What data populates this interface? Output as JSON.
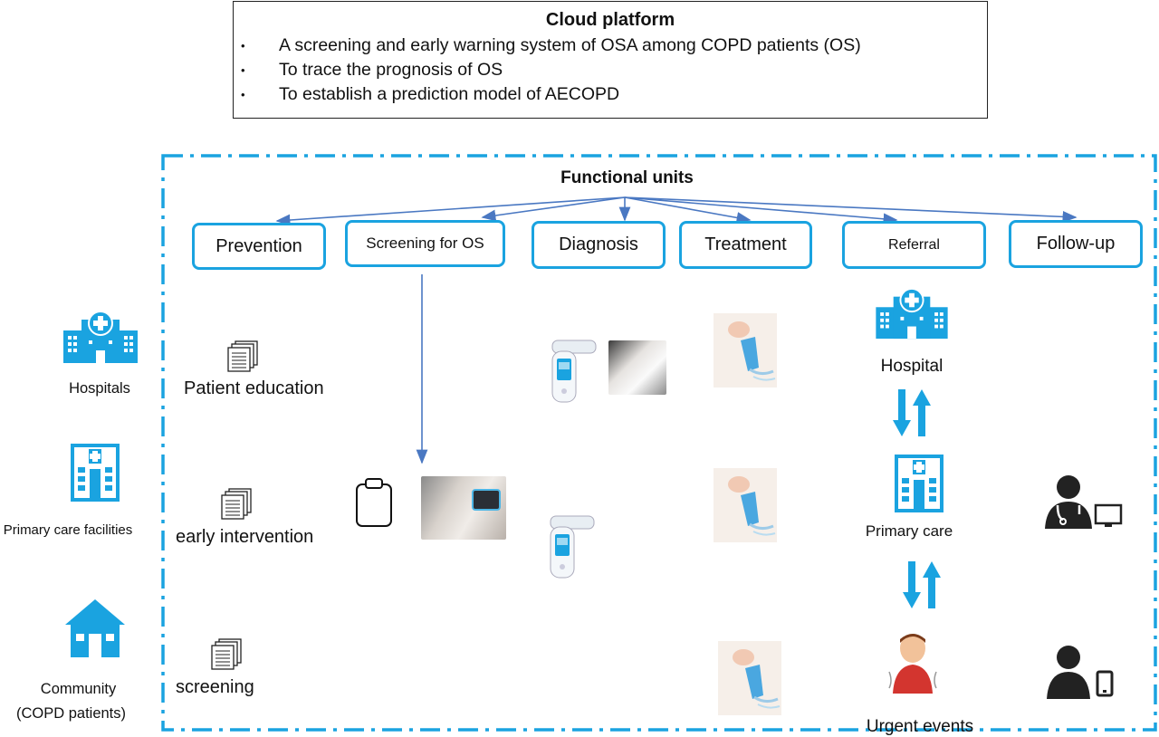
{
  "cloud": {
    "title": "Cloud platform",
    "bullets": [
      "A screening and early warning system of OSA among COPD patients (OS)",
      "To trace the prognosis of OS",
      "To establish a prediction model of AECOPD"
    ],
    "bullet_glyph": "•"
  },
  "functional": {
    "title": "Functional units",
    "units": [
      "Prevention",
      "Screening for OS",
      "Diagnosis",
      "Treatment",
      "Referral",
      "Follow-up"
    ]
  },
  "levels": {
    "hospitals": "Hospitals",
    "primary": "Primary care facilities",
    "community_1": "Community",
    "community_2": "(COPD patients)"
  },
  "prevention": [
    "Patient education",
    "early intervention",
    "screening"
  ],
  "referral": {
    "hospital": "Hospital",
    "primary": "Primary care",
    "urgent": "Urgent events"
  },
  "icons": {
    "hospital": "hospital-building-icon",
    "primary": "clinic-building-icon",
    "community": "house-icon",
    "document": "document-stack-icon",
    "oximeter": "wrist-oximeter-photo",
    "spirometer": "spirometer-icon",
    "inhaler": "inhaler-icon",
    "doctor": "doctor-computer-icon",
    "patient": "person-phone-icon"
  },
  "colors": {
    "accent": "#1aa3e0",
    "arrow": "#4a78c2",
    "icon_dark": "#222222"
  }
}
